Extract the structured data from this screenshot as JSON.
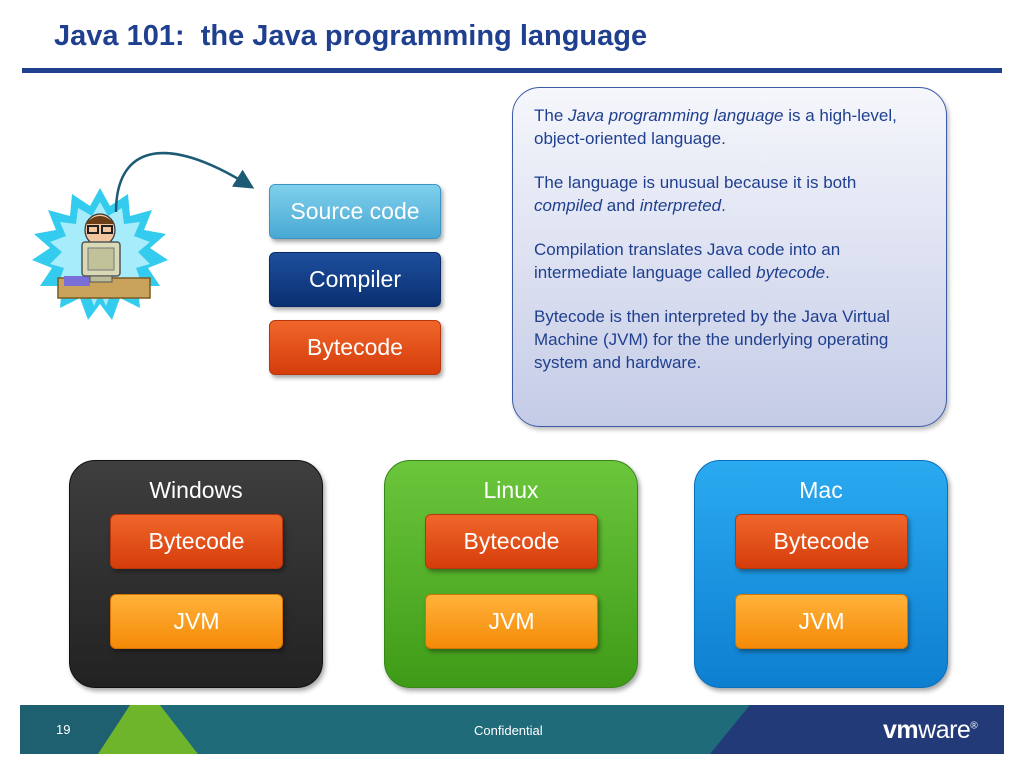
{
  "title": "Java 101:  the Java programming language",
  "flow": {
    "source_code": "Source code",
    "compiler": "Compiler",
    "bytecode": "Bytecode"
  },
  "info": {
    "p1_pre": "The ",
    "p1_em": "Java programming language",
    "p1_post": " is a high-level, object-oriented language.",
    "p2_pre": "The language is unusual because it is both ",
    "p2_em1": "compiled",
    "p2_mid": " and ",
    "p2_em2": "interpreted",
    "p2_post": ".",
    "p3_pre": "Compilation translates Java code into an intermediate language called ",
    "p3_em": "bytecode",
    "p3_post": ".",
    "p4": "Bytecode is then interpreted by the Java Virtual Machine (JVM) for the the underlying operating system and hardware."
  },
  "platforms": [
    {
      "name": "Windows",
      "bytecode": "Bytecode",
      "jvm": "JVM"
    },
    {
      "name": "Linux",
      "bytecode": "Bytecode",
      "jvm": "JVM"
    },
    {
      "name": "Mac",
      "bytecode": "Bytecode",
      "jvm": "JVM"
    }
  ],
  "footer": {
    "slide_number": "19",
    "confidential": "Confidential",
    "logo_vm": "vm",
    "logo_ware": "ware",
    "logo_reg": "®"
  },
  "colors": {
    "title_blue": "#1f3f8f",
    "windows": "#2e2e2e",
    "linux": "#57b22a",
    "mac": "#1a94e0",
    "bytecode_orange": "#e04e18",
    "jvm_orange": "#f89c1c"
  }
}
